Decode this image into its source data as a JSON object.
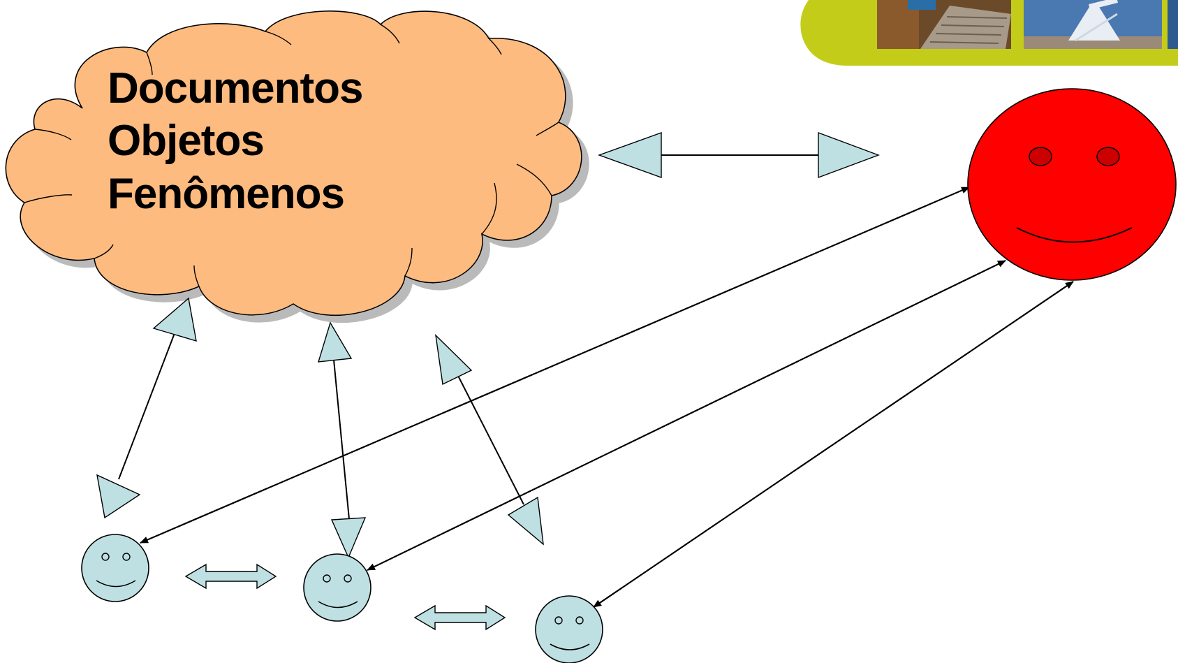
{
  "cloud": {
    "lines": [
      "Documentos",
      "Objetos",
      "Fenômenos"
    ],
    "fill": "#FDBB7F",
    "stroke": "#000000"
  },
  "colors": {
    "arrow_fill": "#BEE0E3",
    "small_face_fill": "#BEE0E3",
    "big_face_fill": "#FF0000",
    "big_face_eye": "#CC0000",
    "banner_green": "#C4CC1A",
    "shadow": "#8a8a8a"
  },
  "nodes": {
    "big_face": {
      "name": "red-smiley-face"
    },
    "small_faces": [
      {
        "name": "smiley-face-1"
      },
      {
        "name": "smiley-face-2"
      },
      {
        "name": "smiley-face-3"
      }
    ]
  },
  "banner": {
    "icons": [
      "laptop-photo",
      "radio-telescope-photo"
    ]
  }
}
